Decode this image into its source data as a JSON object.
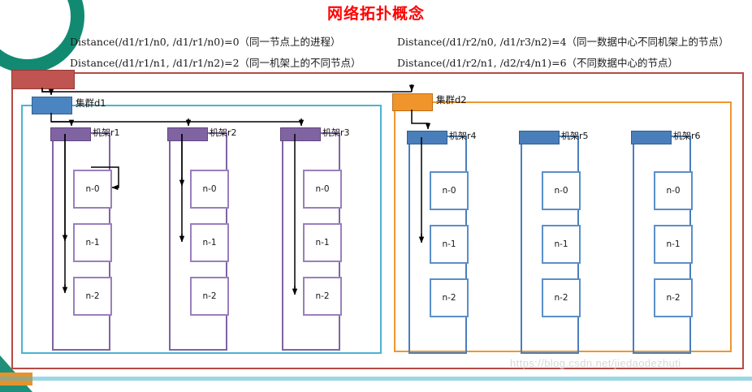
{
  "slide": {
    "title": "网络拓扑概念",
    "title_color": "#ff0000",
    "watermark": "https://blog.csdn.net/jiedaodezhuti"
  },
  "formulas": [
    "Distance(/d1/r1/n0, /d1/r1/n0)=0（同一节点上的进程）",
    "Distance(/d1/r1/n1, /d1/r1/n2)=2（同一机架上的不同节点）",
    "Distance(/d1/r2/n0, /d1/r3/n2)=4（同一数据中心不同机架上的节点）",
    "Distance(/d1/r2/n1, /d2/r4/n1)=6（不同数据中心的节点）"
  ],
  "diagram": {
    "root_color": "#bf5450",
    "clusters": [
      {
        "id": "d1",
        "label": "集群d1",
        "head_color": "#4b85c1",
        "box_color": "#4cb3d4",
        "racks": [
          {
            "id": "r1",
            "label": "机架r1",
            "head_color": "#8064a2",
            "box_color": "#8064a2",
            "nodes": [
              "n-0",
              "n-1",
              "n-2"
            ]
          },
          {
            "id": "r2",
            "label": "机架r2",
            "head_color": "#8064a2",
            "box_color": "#8064a2",
            "nodes": [
              "n-0",
              "n-1",
              "n-2"
            ]
          },
          {
            "id": "r3",
            "label": "机架r3",
            "head_color": "#8064a2",
            "box_color": "#8064a2",
            "nodes": [
              "n-0",
              "n-1",
              "n-2"
            ]
          }
        ]
      },
      {
        "id": "d2",
        "label": "集群d2",
        "head_color": "#f0942c",
        "box_color": "#f0962f",
        "racks": [
          {
            "id": "r4",
            "label": "机架r4",
            "head_color": "#4a7ebb",
            "box_color": "#4a7ebb",
            "nodes": [
              "n-0",
              "n-1",
              "n-2"
            ]
          },
          {
            "id": "r5",
            "label": "机架r5",
            "head_color": "#4a7ebb",
            "box_color": "#4a7ebb",
            "nodes": [
              "n-0",
              "n-1",
              "n-2"
            ]
          },
          {
            "id": "r6",
            "label": "机架r6",
            "head_color": "#4a7ebb",
            "box_color": "#4a7ebb",
            "nodes": [
              "n-0",
              "n-1",
              "n-2"
            ]
          }
        ]
      }
    ]
  }
}
